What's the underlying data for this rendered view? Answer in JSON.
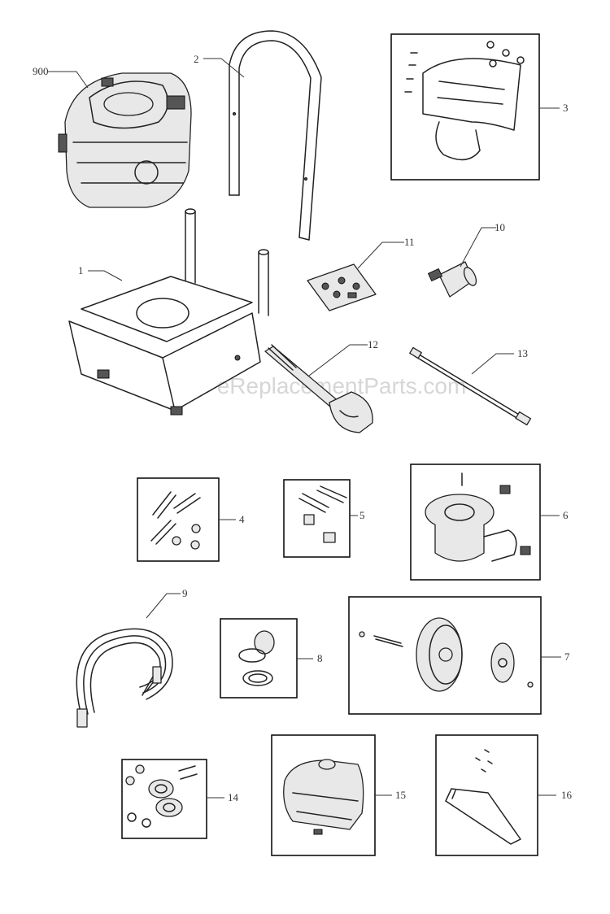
{
  "watermark": "eReplacementParts.com",
  "callouts": {
    "c900": "900",
    "c2": "2",
    "c3": "3",
    "c1": "1",
    "c11": "11",
    "c10": "10",
    "c12": "12",
    "c13": "13",
    "c4": "4",
    "c5": "5",
    "c6": "6",
    "c9": "9",
    "c8": "8",
    "c7": "7",
    "c14": "14",
    "c15": "15",
    "c16": "16"
  }
}
